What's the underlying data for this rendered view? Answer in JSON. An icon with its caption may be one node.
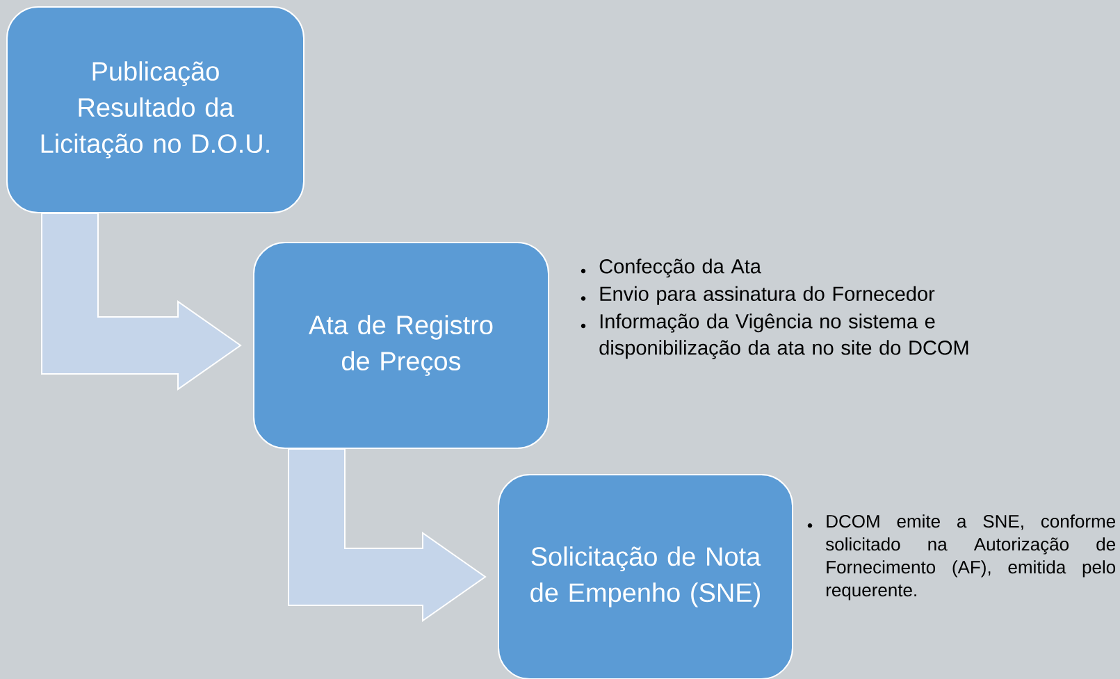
{
  "diagram": {
    "nodes": [
      {
        "text": [
          "Publicação Resultado da Licitação no D.O.U."
        ]
      },
      {
        "text": [
          "Ata de Registro de Preços"
        ],
        "beside": [
          "Confecção da Ata",
          "Envio para assinatura do Fornecedor",
          "Informação da Vigência no sistema e disponibilização da ata no site do DCOM"
        ]
      },
      {
        "text": [
          "Solicitação de Nota de Empenho (SNE)"
        ],
        "beside": [
          "DCOM emite a SNE, conforme solicitado na Autorização de Fornecimento (AF), emitida pelo requerente."
        ]
      }
    ],
    "edges": [
      {
        "from": 0,
        "to": 1,
        "arrow": "to"
      },
      {
        "from": 1,
        "to": 2,
        "arrow": "to"
      }
    ]
  }
}
